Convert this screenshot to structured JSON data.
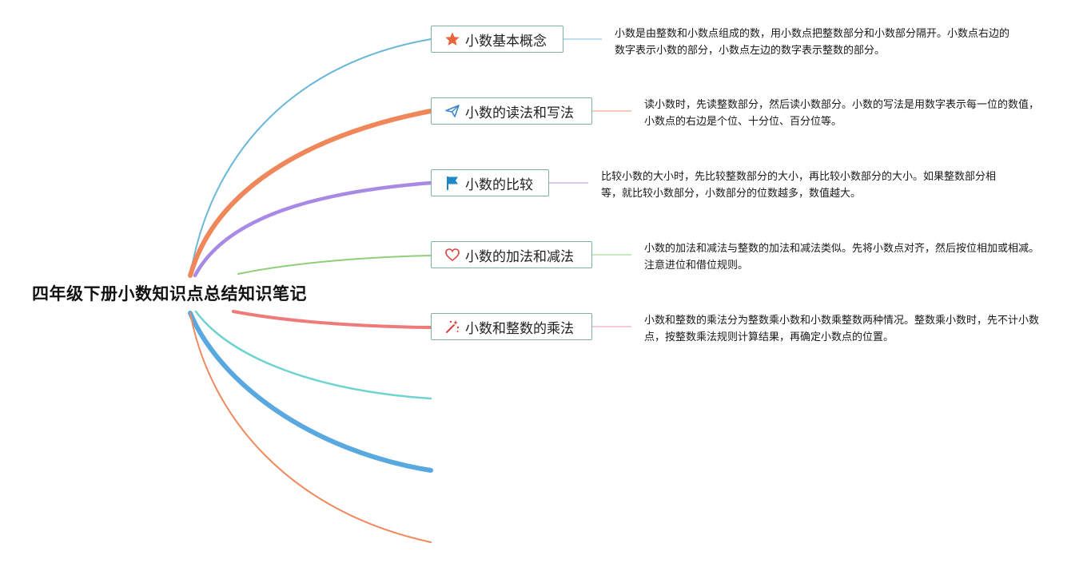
{
  "root": {
    "title": "四年级下册小数知识点总结知识笔记"
  },
  "topics": [
    {
      "label": "小数基本概念",
      "icon": "star-icon",
      "color": "#e8673a",
      "note": "小数是由整数和小数点组成的数，用小数点把整数部分和小数部分隔开。小数点右边的数字表示小数的部分，小数点左边的数字表示整数的部分。"
    },
    {
      "label": "小数的读法和写法",
      "icon": "paper-plane-icon",
      "color": "#3a86c8",
      "note": "读小数时，先读整数部分，然后读小数部分。小数的写法是用数字表示每一位的数值，小数点的右边是个位、十分位、百分位等。"
    },
    {
      "label": "小数的比较",
      "icon": "flag-icon",
      "color": "#1e88c7",
      "note": "比较小数的大小时，先比较整数部分的大小，再比较小数部分的大小。如果整数部分相等，就比较小数部分，小数部分的位数越多，数值越大。"
    },
    {
      "label": "小数的加法和减法",
      "icon": "heart-icon",
      "color": "#d9443a",
      "note": "小数的加法和减法与整数的加法和减法类似。先将小数点对齐，然后按位相加或相减。注意进位和借位规则。"
    },
    {
      "label": "小数和整数的乘法",
      "icon": "magic-wand-icon",
      "color": "#d9443a",
      "note": "小数和整数的乘法分为整数乘小数和小数乘整数两种情况。整数乘小数时，先不计小数点，按整数乘法规则计算结果，再确定小数点的位置。"
    }
  ],
  "branch_colors": [
    "#6bb8d8",
    "#f0875a",
    "#a88ae6",
    "#8ecf7a",
    "#ee7a7a",
    "#6fd3cf",
    "#5aa8e0",
    "#ef8a5e"
  ],
  "note_connector_colors": [
    "#a8d4e8",
    "#f5b8a0",
    "#c8b8f0",
    "#b8e0b0",
    "#f4b8c8"
  ]
}
